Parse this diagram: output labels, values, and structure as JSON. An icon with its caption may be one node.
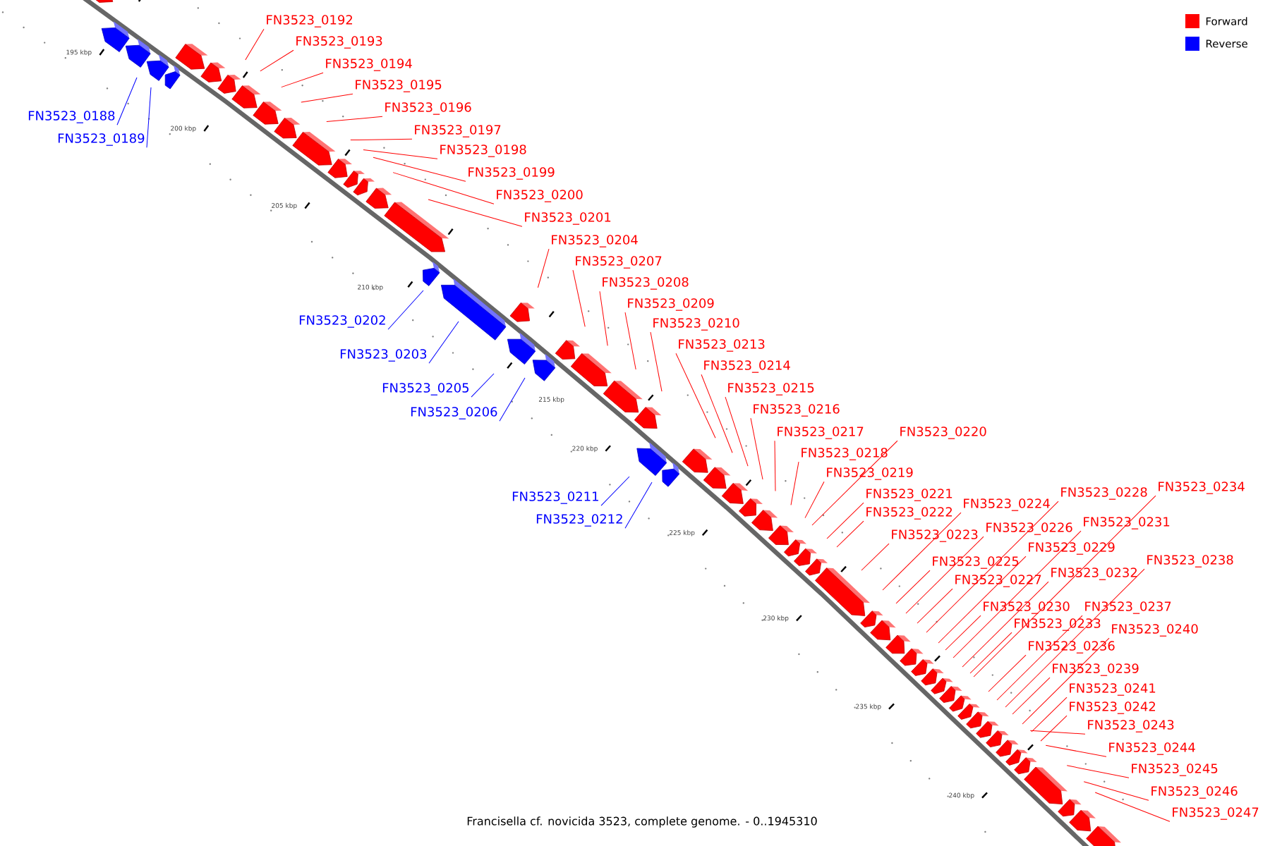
{
  "diagram": {
    "caption": "Francisella cf. novicida 3523, complete genome. - 0..1945310",
    "nodes": [
      {
        "text": [
          "FN3523_0188"
        ]
      },
      {
        "text": [
          "FN3523_0189"
        ]
      },
      {
        "text": [
          "FN3523_0192"
        ]
      },
      {
        "text": [
          "FN3523_0193"
        ]
      },
      {
        "text": [
          "FN3523_0194"
        ]
      },
      {
        "text": [
          "FN3523_0195"
        ]
      },
      {
        "text": [
          "FN3523_0196"
        ]
      },
      {
        "text": [
          "FN3523_0197"
        ]
      },
      {
        "text": [
          "FN3523_0198"
        ]
      },
      {
        "text": [
          "FN3523_0199"
        ]
      },
      {
        "text": [
          "FN3523_0200"
        ]
      },
      {
        "text": [
          "FN3523_0201"
        ]
      },
      {
        "text": [
          "FN3523_0202"
        ]
      },
      {
        "text": [
          "FN3523_0203"
        ]
      },
      {
        "text": [
          "FN3523_0204"
        ]
      },
      {
        "text": [
          "FN3523_0205"
        ]
      },
      {
        "text": [
          "FN3523_0206"
        ]
      },
      {
        "text": [
          "FN3523_0207"
        ]
      },
      {
        "text": [
          "FN3523_0208"
        ]
      },
      {
        "text": [
          "FN3523_0209"
        ]
      },
      {
        "text": [
          "FN3523_0210"
        ]
      },
      {
        "text": [
          "FN3523_0211"
        ]
      },
      {
        "text": [
          "FN3523_0212"
        ]
      },
      {
        "text": [
          "FN3523_0213"
        ]
      },
      {
        "text": [
          "FN3523_0214"
        ]
      },
      {
        "text": [
          "FN3523_0215"
        ]
      },
      {
        "text": [
          "FN3523_0216"
        ]
      },
      {
        "text": [
          "FN3523_0217"
        ]
      },
      {
        "text": [
          "FN3523_0218"
        ]
      },
      {
        "text": [
          "FN3523_0219"
        ]
      },
      {
        "text": [
          "FN3523_0220"
        ]
      },
      {
        "text": [
          "FN3523_0221"
        ]
      },
      {
        "text": [
          "FN3523_0222"
        ]
      },
      {
        "text": [
          "FN3523_0223"
        ]
      },
      {
        "text": [
          "FN3523_0224"
        ]
      },
      {
        "text": [
          "FN3523_0225"
        ]
      },
      {
        "text": [
          "FN3523_0226"
        ]
      },
      {
        "text": [
          "FN3523_0227"
        ]
      },
      {
        "text": [
          "FN3523_0228"
        ]
      },
      {
        "text": [
          "FN3523_0229"
        ]
      },
      {
        "text": [
          "FN3523_0230"
        ]
      },
      {
        "text": [
          "FN3523_0231"
        ]
      },
      {
        "text": [
          "FN3523_0232"
        ]
      },
      {
        "text": [
          "FN3523_0233"
        ]
      },
      {
        "text": [
          "FN3523_0234"
        ]
      },
      {
        "text": [
          "FN3523_0236"
        ]
      },
      {
        "text": [
          "FN3523_0237"
        ]
      },
      {
        "text": [
          "FN3523_0238"
        ]
      },
      {
        "text": [
          "FN3523_0239"
        ]
      },
      {
        "text": [
          "FN3523_0240"
        ]
      },
      {
        "text": [
          "FN3523_0241"
        ]
      },
      {
        "text": [
          "FN3523_0242"
        ]
      },
      {
        "text": [
          "FN3523_0243"
        ]
      },
      {
        "text": [
          "FN3523_0244"
        ]
      },
      {
        "text": [
          "FN3523_0245"
        ]
      },
      {
        "text": [
          "FN3523_0246"
        ]
      },
      {
        "text": [
          "FN3523_0247"
        ]
      }
    ],
    "edges": [
      {
        "from": 0,
        "to": null,
        "arrow": "none",
        "color": "#0000ff"
      },
      {
        "from": 1,
        "to": null,
        "arrow": "none",
        "color": "#0000ff"
      },
      {
        "from": 2,
        "to": null,
        "arrow": "none"
      },
      {
        "from": 3,
        "to": null,
        "arrow": "none"
      },
      {
        "from": 4,
        "to": null,
        "arrow": "none"
      },
      {
        "from": 5,
        "to": null,
        "arrow": "none"
      },
      {
        "from": 6,
        "to": null,
        "arrow": "none"
      },
      {
        "from": 7,
        "to": null,
        "arrow": "none"
      },
      {
        "from": 8,
        "to": null,
        "arrow": "none"
      },
      {
        "from": 9,
        "to": null,
        "arrow": "none"
      },
      {
        "from": 10,
        "to": null,
        "arrow": "none"
      },
      {
        "from": 11,
        "to": null,
        "arrow": "none"
      },
      {
        "from": 12,
        "to": null,
        "arrow": "none",
        "color": "#0000ff"
      },
      {
        "from": 13,
        "to": null,
        "arrow": "none",
        "color": "#0000ff"
      },
      {
        "from": 14,
        "to": null,
        "arrow": "none"
      },
      {
        "from": 15,
        "to": null,
        "arrow": "none",
        "color": "#0000ff"
      },
      {
        "from": 16,
        "to": null,
        "arrow": "none",
        "color": "#0000ff"
      },
      {
        "from": 17,
        "to": null,
        "arrow": "none"
      },
      {
        "from": 18,
        "to": null,
        "arrow": "none"
      },
      {
        "from": 19,
        "to": null,
        "arrow": "none"
      },
      {
        "from": 20,
        "to": null,
        "arrow": "none"
      },
      {
        "from": 21,
        "to": null,
        "arrow": "none",
        "color": "#0000ff"
      },
      {
        "from": 22,
        "to": null,
        "arrow": "none",
        "color": "#0000ff"
      },
      {
        "from": 23,
        "to": null,
        "arrow": "none"
      },
      {
        "from": 24,
        "to": null,
        "arrow": "none"
      },
      {
        "from": 25,
        "to": null,
        "arrow": "none"
      },
      {
        "from": 26,
        "to": null,
        "arrow": "none"
      },
      {
        "from": 27,
        "to": null,
        "arrow": "none"
      },
      {
        "from": 28,
        "to": null,
        "arrow": "none"
      },
      {
        "from": 29,
        "to": null,
        "arrow": "none"
      },
      {
        "from": 30,
        "to": null,
        "arrow": "none"
      },
      {
        "from": 31,
        "to": null,
        "arrow": "none"
      },
      {
        "from": 32,
        "to": null,
        "arrow": "none"
      },
      {
        "from": 33,
        "to": null,
        "arrow": "none"
      },
      {
        "from": 34,
        "to": null,
        "arrow": "none"
      },
      {
        "from": 35,
        "to": null,
        "arrow": "none"
      },
      {
        "from": 36,
        "to": null,
        "arrow": "none"
      },
      {
        "from": 37,
        "to": null,
        "arrow": "none"
      },
      {
        "from": 38,
        "to": null,
        "arrow": "none"
      },
      {
        "from": 39,
        "to": null,
        "arrow": "none"
      },
      {
        "from": 40,
        "to": null,
        "arrow": "none"
      },
      {
        "from": 41,
        "to": null,
        "arrow": "none"
      },
      {
        "from": 42,
        "to": null,
        "arrow": "none"
      },
      {
        "from": 43,
        "to": null,
        "arrow": "none"
      },
      {
        "from": 44,
        "to": null,
        "arrow": "none"
      },
      {
        "from": 45,
        "to": null,
        "arrow": "none"
      },
      {
        "from": 46,
        "to": null,
        "arrow": "none"
      },
      {
        "from": 47,
        "to": null,
        "arrow": "none"
      },
      {
        "from": 48,
        "to": null,
        "arrow": "none"
      },
      {
        "from": 49,
        "to": null,
        "arrow": "none"
      },
      {
        "from": 50,
        "to": null,
        "arrow": "none"
      },
      {
        "from": 51,
        "to": null,
        "arrow": "none"
      },
      {
        "from": 52,
        "to": null,
        "arrow": "none"
      },
      {
        "from": 53,
        "to": null,
        "arrow": "none"
      },
      {
        "from": 54,
        "to": null,
        "arrow": "none"
      },
      {
        "from": 55,
        "to": null,
        "arrow": "none"
      },
      {
        "from": 56,
        "to": null,
        "arrow": "none"
      }
    ],
    "labels": [
      "195 kbp",
      "200 kbp",
      "205 kbp",
      "210 kbp",
      "215 kbp",
      "220 kbp",
      "225 kbp",
      "230 kbp",
      "235 kbp",
      "240 kbp"
    ],
    "legend": [
      {
        "text": "Forward",
        "color": "#ff0000"
      },
      {
        "text": "Reverse",
        "color": "#0000ff"
      }
    ]
  }
}
